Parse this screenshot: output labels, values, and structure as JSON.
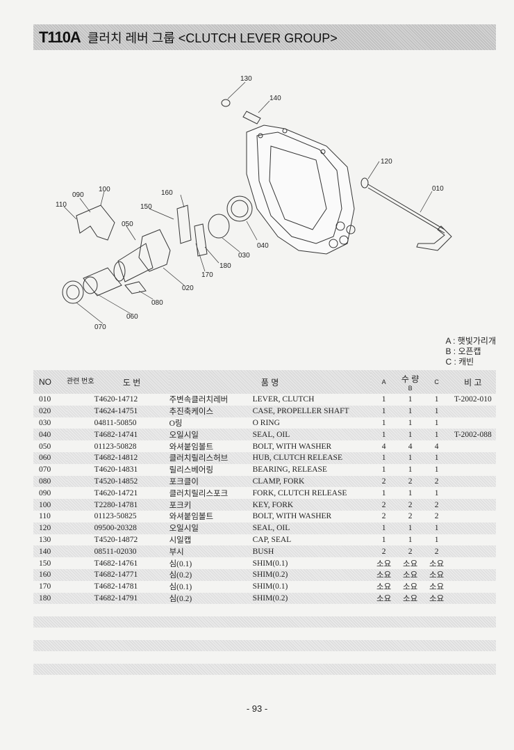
{
  "header": {
    "code": "T110A",
    "title": "클러치 레버 그룹 <CLUTCH LEVER GROUP>"
  },
  "callouts": [
    "130",
    "140",
    "120",
    "010",
    "090",
    "100",
    "110",
    "160",
    "150",
    "050",
    "040",
    "030",
    "180",
    "170",
    "020",
    "080",
    "060",
    "070"
  ],
  "legend": [
    "A : 햇빛가리개",
    "B : 오픈캡",
    "C : 캐빈"
  ],
  "table": {
    "headers": {
      "no": "NO",
      "ref": "관련 번호",
      "part": "도 번",
      "name": "품 명",
      "qty": "수 량",
      "qa": "A",
      "qb": "B",
      "qc": "C",
      "remark": "비 고"
    },
    "rows": [
      {
        "no": "010",
        "part": "T4620-14712",
        "kr": "주변속클러치레버",
        "en": "LEVER, CLUTCH",
        "a": "1",
        "b": "1",
        "c": "1",
        "rem": "T-2002-010"
      },
      {
        "no": "020",
        "part": "T4624-14751",
        "kr": "추진축케이스",
        "en": "CASE, PROPELLER SHAFT",
        "a": "1",
        "b": "1",
        "c": "1",
        "rem": ""
      },
      {
        "no": "030",
        "part": "04811-50850",
        "kr": "O링",
        "en": "O RING",
        "a": "1",
        "b": "1",
        "c": "1",
        "rem": ""
      },
      {
        "no": "040",
        "part": "T4682-14741",
        "kr": "오일시일",
        "en": "SEAL, OIL",
        "a": "1",
        "b": "1",
        "c": "1",
        "rem": "T-2002-088"
      },
      {
        "no": "050",
        "part": "01123-50828",
        "kr": "와셔붙임볼트",
        "en": "BOLT, WITH WASHER",
        "a": "4",
        "b": "4",
        "c": "4",
        "rem": ""
      },
      {
        "no": "060",
        "part": "T4682-14812",
        "kr": "클러치릴리스허브",
        "en": "HUB, CLUTCH RELEASE",
        "a": "1",
        "b": "1",
        "c": "1",
        "rem": ""
      },
      {
        "no": "070",
        "part": "T4620-14831",
        "kr": "릴리스베어링",
        "en": "BEARING, RELEASE",
        "a": "1",
        "b": "1",
        "c": "1",
        "rem": ""
      },
      {
        "no": "080",
        "part": "T4520-14852",
        "kr": "포크클이",
        "en": "CLAMP, FORK",
        "a": "2",
        "b": "2",
        "c": "2",
        "rem": ""
      },
      {
        "no": "090",
        "part": "T4620-14721",
        "kr": "클러치릴리스포크",
        "en": "FORK, CLUTCH RELEASE",
        "a": "1",
        "b": "1",
        "c": "1",
        "rem": ""
      },
      {
        "no": "100",
        "part": "T2280-14781",
        "kr": "포크키",
        "en": "KEY, FORK",
        "a": "2",
        "b": "2",
        "c": "2",
        "rem": ""
      },
      {
        "no": "110",
        "part": "01123-50825",
        "kr": "와셔붙임볼트",
        "en": "BOLT, WITH WASHER",
        "a": "2",
        "b": "2",
        "c": "2",
        "rem": ""
      },
      {
        "no": "120",
        "part": "09500-20328",
        "kr": "오일시일",
        "en": "SEAL, OIL",
        "a": "1",
        "b": "1",
        "c": "1",
        "rem": ""
      },
      {
        "no": "130",
        "part": "T4520-14872",
        "kr": "시일캡",
        "en": "CAP, SEAL",
        "a": "1",
        "b": "1",
        "c": "1",
        "rem": ""
      },
      {
        "no": "140",
        "part": "08511-02030",
        "kr": "부시",
        "en": "BUSH",
        "a": "2",
        "b": "2",
        "c": "2",
        "rem": ""
      },
      {
        "no": "150",
        "part": "T4682-14761",
        "kr": "심(0.1)",
        "en": "SHIM(0.1)",
        "a": "소요",
        "b": "소요",
        "c": "소요",
        "rem": ""
      },
      {
        "no": "160",
        "part": "T4682-14771",
        "kr": "심(0.2)",
        "en": "SHIM(0.2)",
        "a": "소요",
        "b": "소요",
        "c": "소요",
        "rem": ""
      },
      {
        "no": "170",
        "part": "T4682-14781",
        "kr": "심(0.1)",
        "en": "SHIM(0.1)",
        "a": "소요",
        "b": "소요",
        "c": "소요",
        "rem": ""
      },
      {
        "no": "180",
        "part": "T4682-14791",
        "kr": "심(0.2)",
        "en": "SHIM(0.2)",
        "a": "소요",
        "b": "소요",
        "c": "소요",
        "rem": ""
      }
    ]
  },
  "page_number": "- 93 -"
}
